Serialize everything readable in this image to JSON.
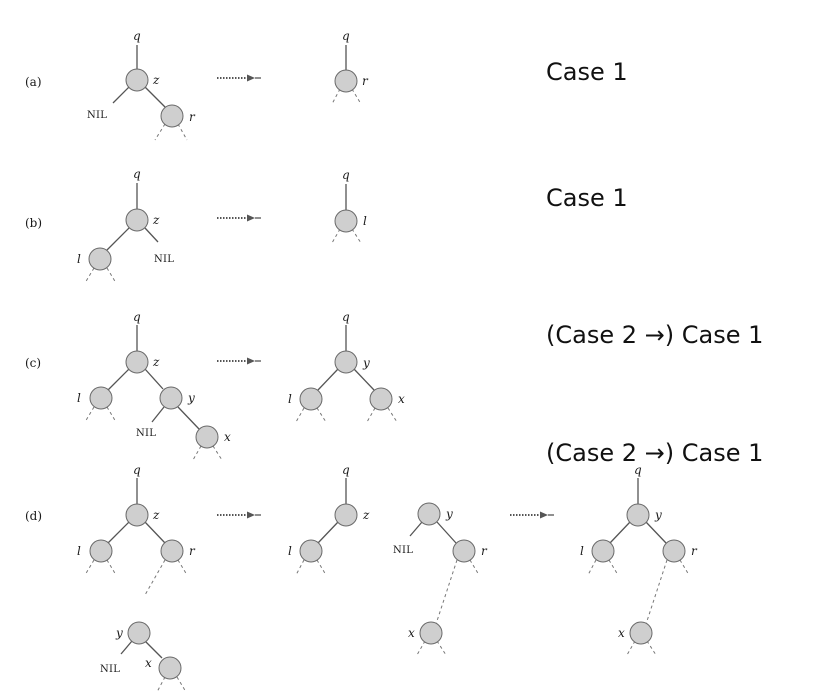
{
  "labels": {
    "q": "q",
    "z": "z",
    "r": "r",
    "l": "l",
    "y": "y",
    "x": "x",
    "nil": "NIL"
  },
  "rows": [
    {
      "tag": "(a)",
      "case": "Case 1"
    },
    {
      "tag": "(b)",
      "case": "Case 1"
    },
    {
      "tag": "(c)",
      "case": "(Case 2 →) Case 1"
    },
    {
      "tag": "(d)",
      "case": "(Case 2 →) Case 1"
    }
  ],
  "colors": {
    "node_fill": "#cfcfcf",
    "node_stroke": "#6a6a6a",
    "edge": "#555555"
  }
}
